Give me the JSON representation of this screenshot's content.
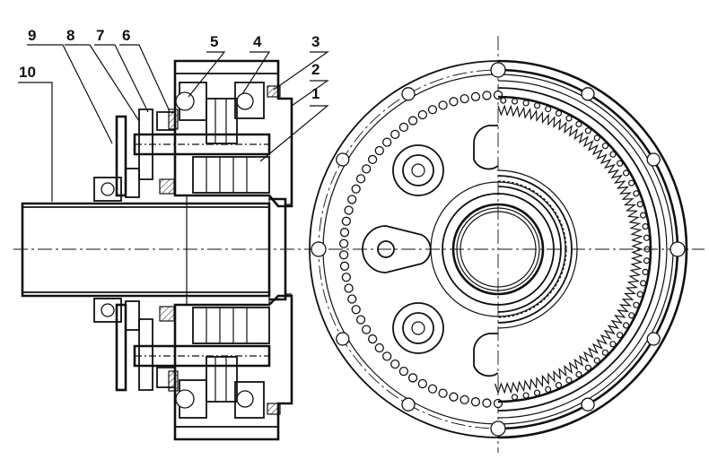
{
  "drawing": {
    "part_labels": [
      "1",
      "2",
      "3",
      "4",
      "5",
      "6",
      "7",
      "8",
      "9",
      "10"
    ]
  },
  "colors": {
    "line": "#111111",
    "background": "#ffffff"
  }
}
